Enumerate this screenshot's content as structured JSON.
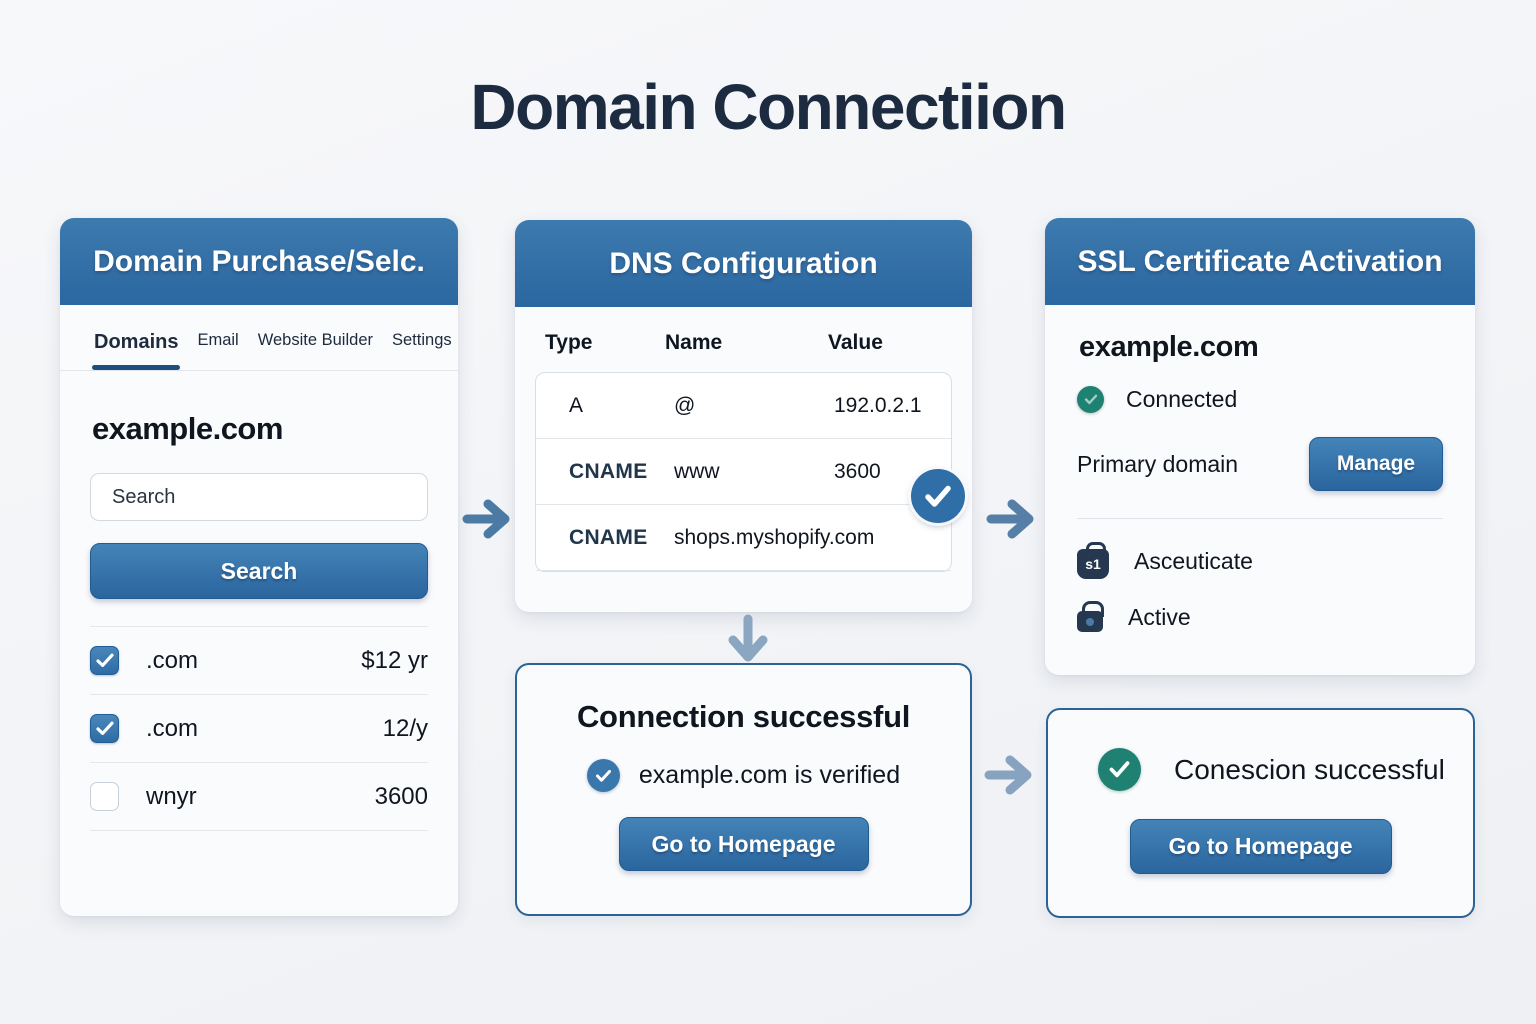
{
  "page": {
    "title": "Domain Connectiion"
  },
  "colors": {
    "header_blue_top": "#3d7aae",
    "header_blue_bottom": "#2b67a0",
    "button_blue": "#2b659e",
    "accent_blue": "#2f6ea7",
    "success_teal": "#1e8172",
    "arrow_steel": "#4b7aa5",
    "arrow_light": "#8ba6c1",
    "card_border": "#2c6296",
    "title_navy": "#1c2b40"
  },
  "panel_domain": {
    "header": "Domain Purchase/Selc.",
    "tabs": [
      {
        "label": "Domains",
        "active": true
      },
      {
        "label": "Email",
        "active": false
      },
      {
        "label": "Website Builder",
        "active": false
      },
      {
        "label": "Settings",
        "active": false
      }
    ],
    "domain_heading": "example.com",
    "search_placeholder": "Search",
    "search_button": "Search",
    "items": [
      {
        "label": ".com",
        "value": "$12 yr",
        "checked": true
      },
      {
        "label": ".com",
        "value": "12/y",
        "checked": true
      },
      {
        "label": "wnyr",
        "value": "3600",
        "checked": false
      }
    ]
  },
  "panel_dns": {
    "header": "DNS Configuration",
    "columns": [
      "Type",
      "Name",
      "Value"
    ],
    "rows": [
      {
        "type": "A",
        "name": "@",
        "value": "192.0.2.1"
      },
      {
        "type": "CNAME",
        "name": "www",
        "value": "3600"
      },
      {
        "type": "CNAME",
        "name": "shops.myshopify.com",
        "value": ""
      }
    ]
  },
  "panel_ssl": {
    "header": "SSL Certificate Activation",
    "domain": "example.com",
    "status": "Connected",
    "primary_label": "Primary domain",
    "manage_button": "Manage",
    "bag_text": "s1",
    "items": [
      {
        "icon": "shopping-bag-icon",
        "label": "Asceuticate"
      },
      {
        "icon": "lock-icon",
        "label": "Active"
      }
    ]
  },
  "card_connection": {
    "title": "Connection successful",
    "verified_text": "example.com is verified",
    "button": "Go to Homepage"
  },
  "card_success": {
    "title": "Conescion successful",
    "button": "Go to Homepage"
  }
}
